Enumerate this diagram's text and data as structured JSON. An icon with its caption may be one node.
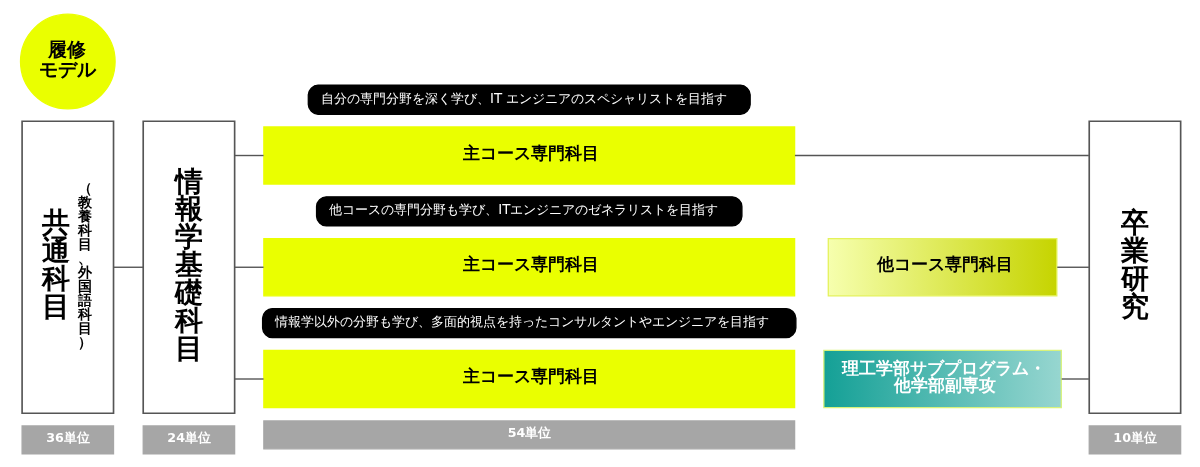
{
  "diagram": {
    "nodes": [
      {
        "text": [
          "履修モデル"
        ]
      },
      {
        "text": [
          "共通科目",
          "（教養科目、外国語科目）"
        ]
      },
      {
        "text": [
          "情報学基礎科目"
        ]
      },
      {
        "text": [
          "自分の専門分野を深く学び、IT エンジニアのスペシャリストを目指す"
        ]
      },
      {
        "text": [
          "主コース専門科目"
        ]
      },
      {
        "text": [
          "他コースの専門分野も学び、ITエンジニアのゼネラリストを目指す"
        ]
      },
      {
        "text": [
          "主コース専門科目"
        ]
      },
      {
        "text": [
          "他コース専門科目"
        ]
      },
      {
        "text": [
          "情報学以外の分野も学び、多面的視点を持ったコンサルタントやエンジニアを目指す"
        ]
      },
      {
        "text": [
          "主コース専門科目"
        ]
      },
      {
        "text": [
          "理工学部サブプログラム・他学部副専攻"
        ]
      },
      {
        "text": [
          "卒業研究"
        ]
      },
      {
        "text": [
          "36単位"
        ]
      },
      {
        "text": [
          "24単位"
        ]
      },
      {
        "text": [
          "54単位"
        ]
      },
      {
        "text": [
          "10単位"
        ]
      }
    ],
    "edges": [
      {
        "from": 1,
        "to": 2,
        "arrow": "none"
      },
      {
        "from": 2,
        "to": 4,
        "arrow": "none"
      },
      {
        "from": 2,
        "to": 6,
        "arrow": "none"
      },
      {
        "from": 2,
        "to": 9,
        "arrow": "none"
      },
      {
        "from": 4,
        "to": 11,
        "arrow": "none"
      },
      {
        "from": 7,
        "to": 11,
        "arrow": "none"
      },
      {
        "from": 10,
        "to": 11,
        "arrow": "none"
      }
    ]
  }
}
